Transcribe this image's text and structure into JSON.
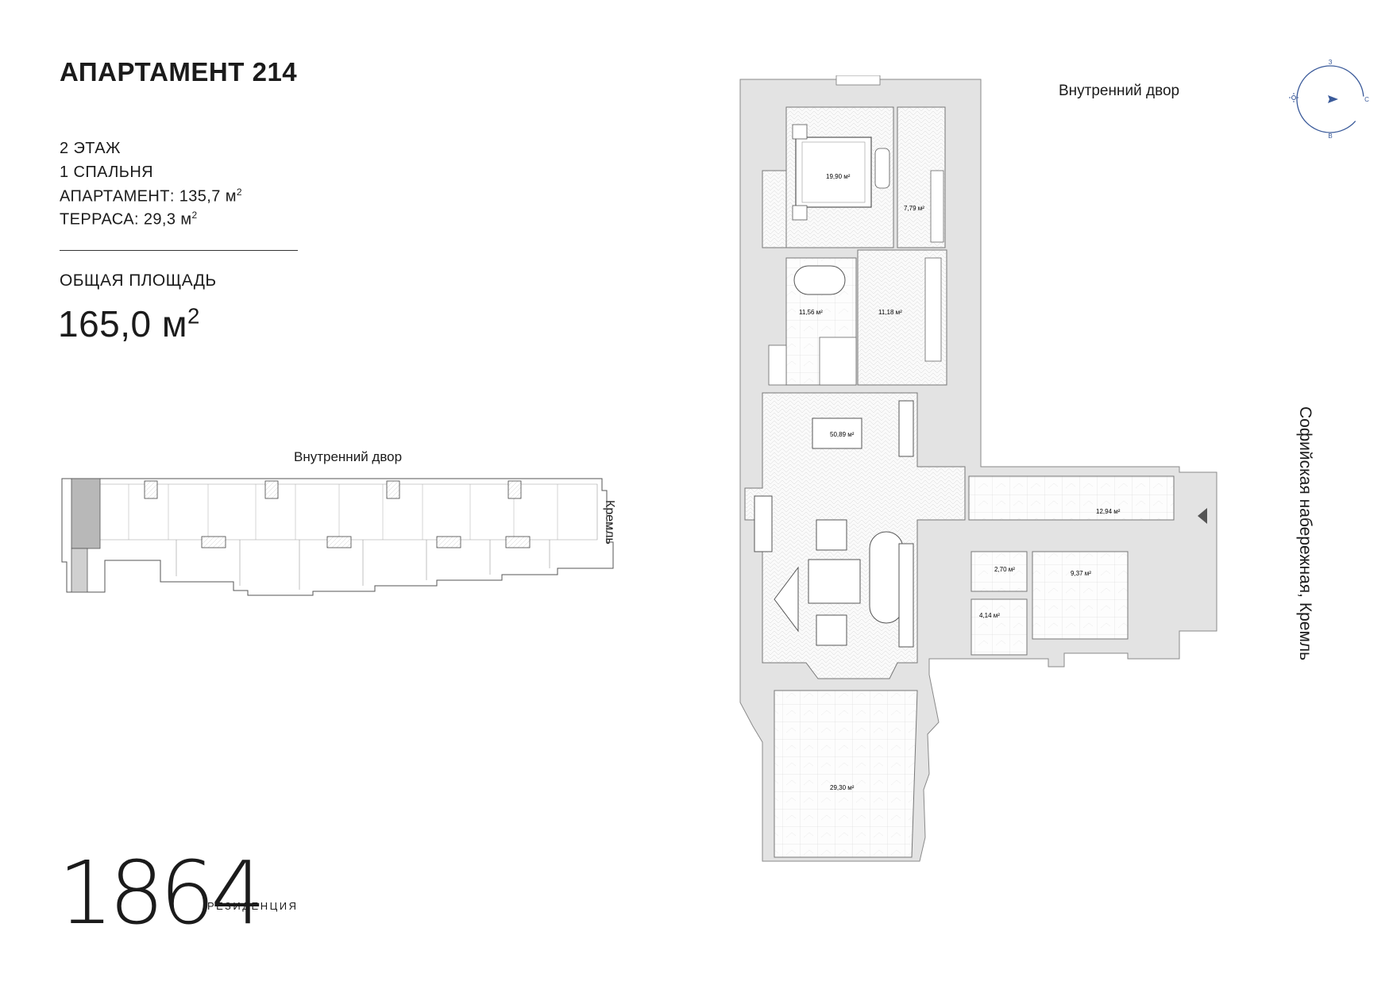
{
  "title": "АПАРТАМЕНТ 214",
  "specs": {
    "floor": "2 ЭТАЖ",
    "bedrooms": "1 СПАЛЬНЯ",
    "apartment_label": "АПАРТАМЕНТ: 135,7 м",
    "terrace_label": "ТЕРРАСА: 29,3 м",
    "superscript": "2"
  },
  "total": {
    "label": "ОБЩАЯ ПЛОЩАДЬ",
    "value": "165,0 м",
    "superscript": "2"
  },
  "labels": {
    "courtyard_main": "Внутренний двор",
    "courtyard_small": "Внутренний двор",
    "kremlin": "Кремль",
    "embankment": "Софийская набережная, Кремль"
  },
  "compass": {
    "n": "З",
    "e": "С",
    "s": "В",
    "accent": "#3a5a9a"
  },
  "rooms": {
    "bedroom": "19,90 м²",
    "dressing": "7,79 м²",
    "bathroom": "11,56 м²",
    "hall": "11,18 м²",
    "living": "50,89 м²",
    "terrace": "29,30 м²",
    "entry": "12,94 м²",
    "wc": "2,70 м²",
    "corridor": "9,37 м²",
    "storage": "4,14 м²"
  },
  "logo": {
    "digits": "1864",
    "word": "РЕЗИДЕНЦИЯ"
  }
}
